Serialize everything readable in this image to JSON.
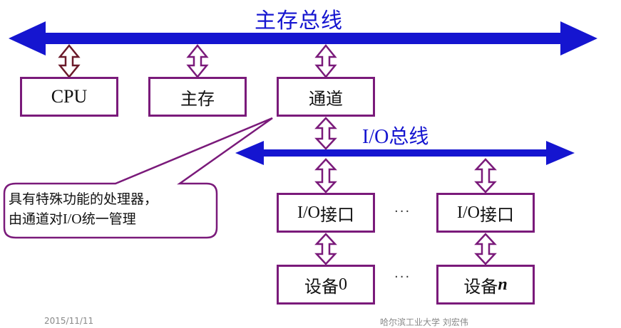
{
  "main_bus": {
    "title": "主存总线"
  },
  "io_bus": {
    "title_latin": "I/O",
    "title_cjk": "总线"
  },
  "boxes": {
    "cpu": "CPU",
    "memory": "主存",
    "channel": "通道",
    "io_interface_1": {
      "latin": "I/O",
      "cjk": "接口"
    },
    "io_interface_2": {
      "latin": "I/O",
      "cjk": "接口"
    },
    "device_0": {
      "cjk": "设备",
      "index": "0"
    },
    "device_n": {
      "cjk": "设备",
      "index": "n"
    }
  },
  "callout": {
    "line1": "具有特殊功能的处理器，",
    "line2_prefix": "由通道对",
    "line2_latin": "I/O",
    "line2_suffix": "统一管理"
  },
  "ellipsis_io": "···",
  "ellipsis_devices": "···",
  "footer": {
    "date": "2015/11/11",
    "org": "哈尔滨工业大学   刘宏伟"
  },
  "colors": {
    "bus": "#1515d0",
    "box_border": "#7a1a7a",
    "connector_arrow": "#7a1a7a"
  }
}
